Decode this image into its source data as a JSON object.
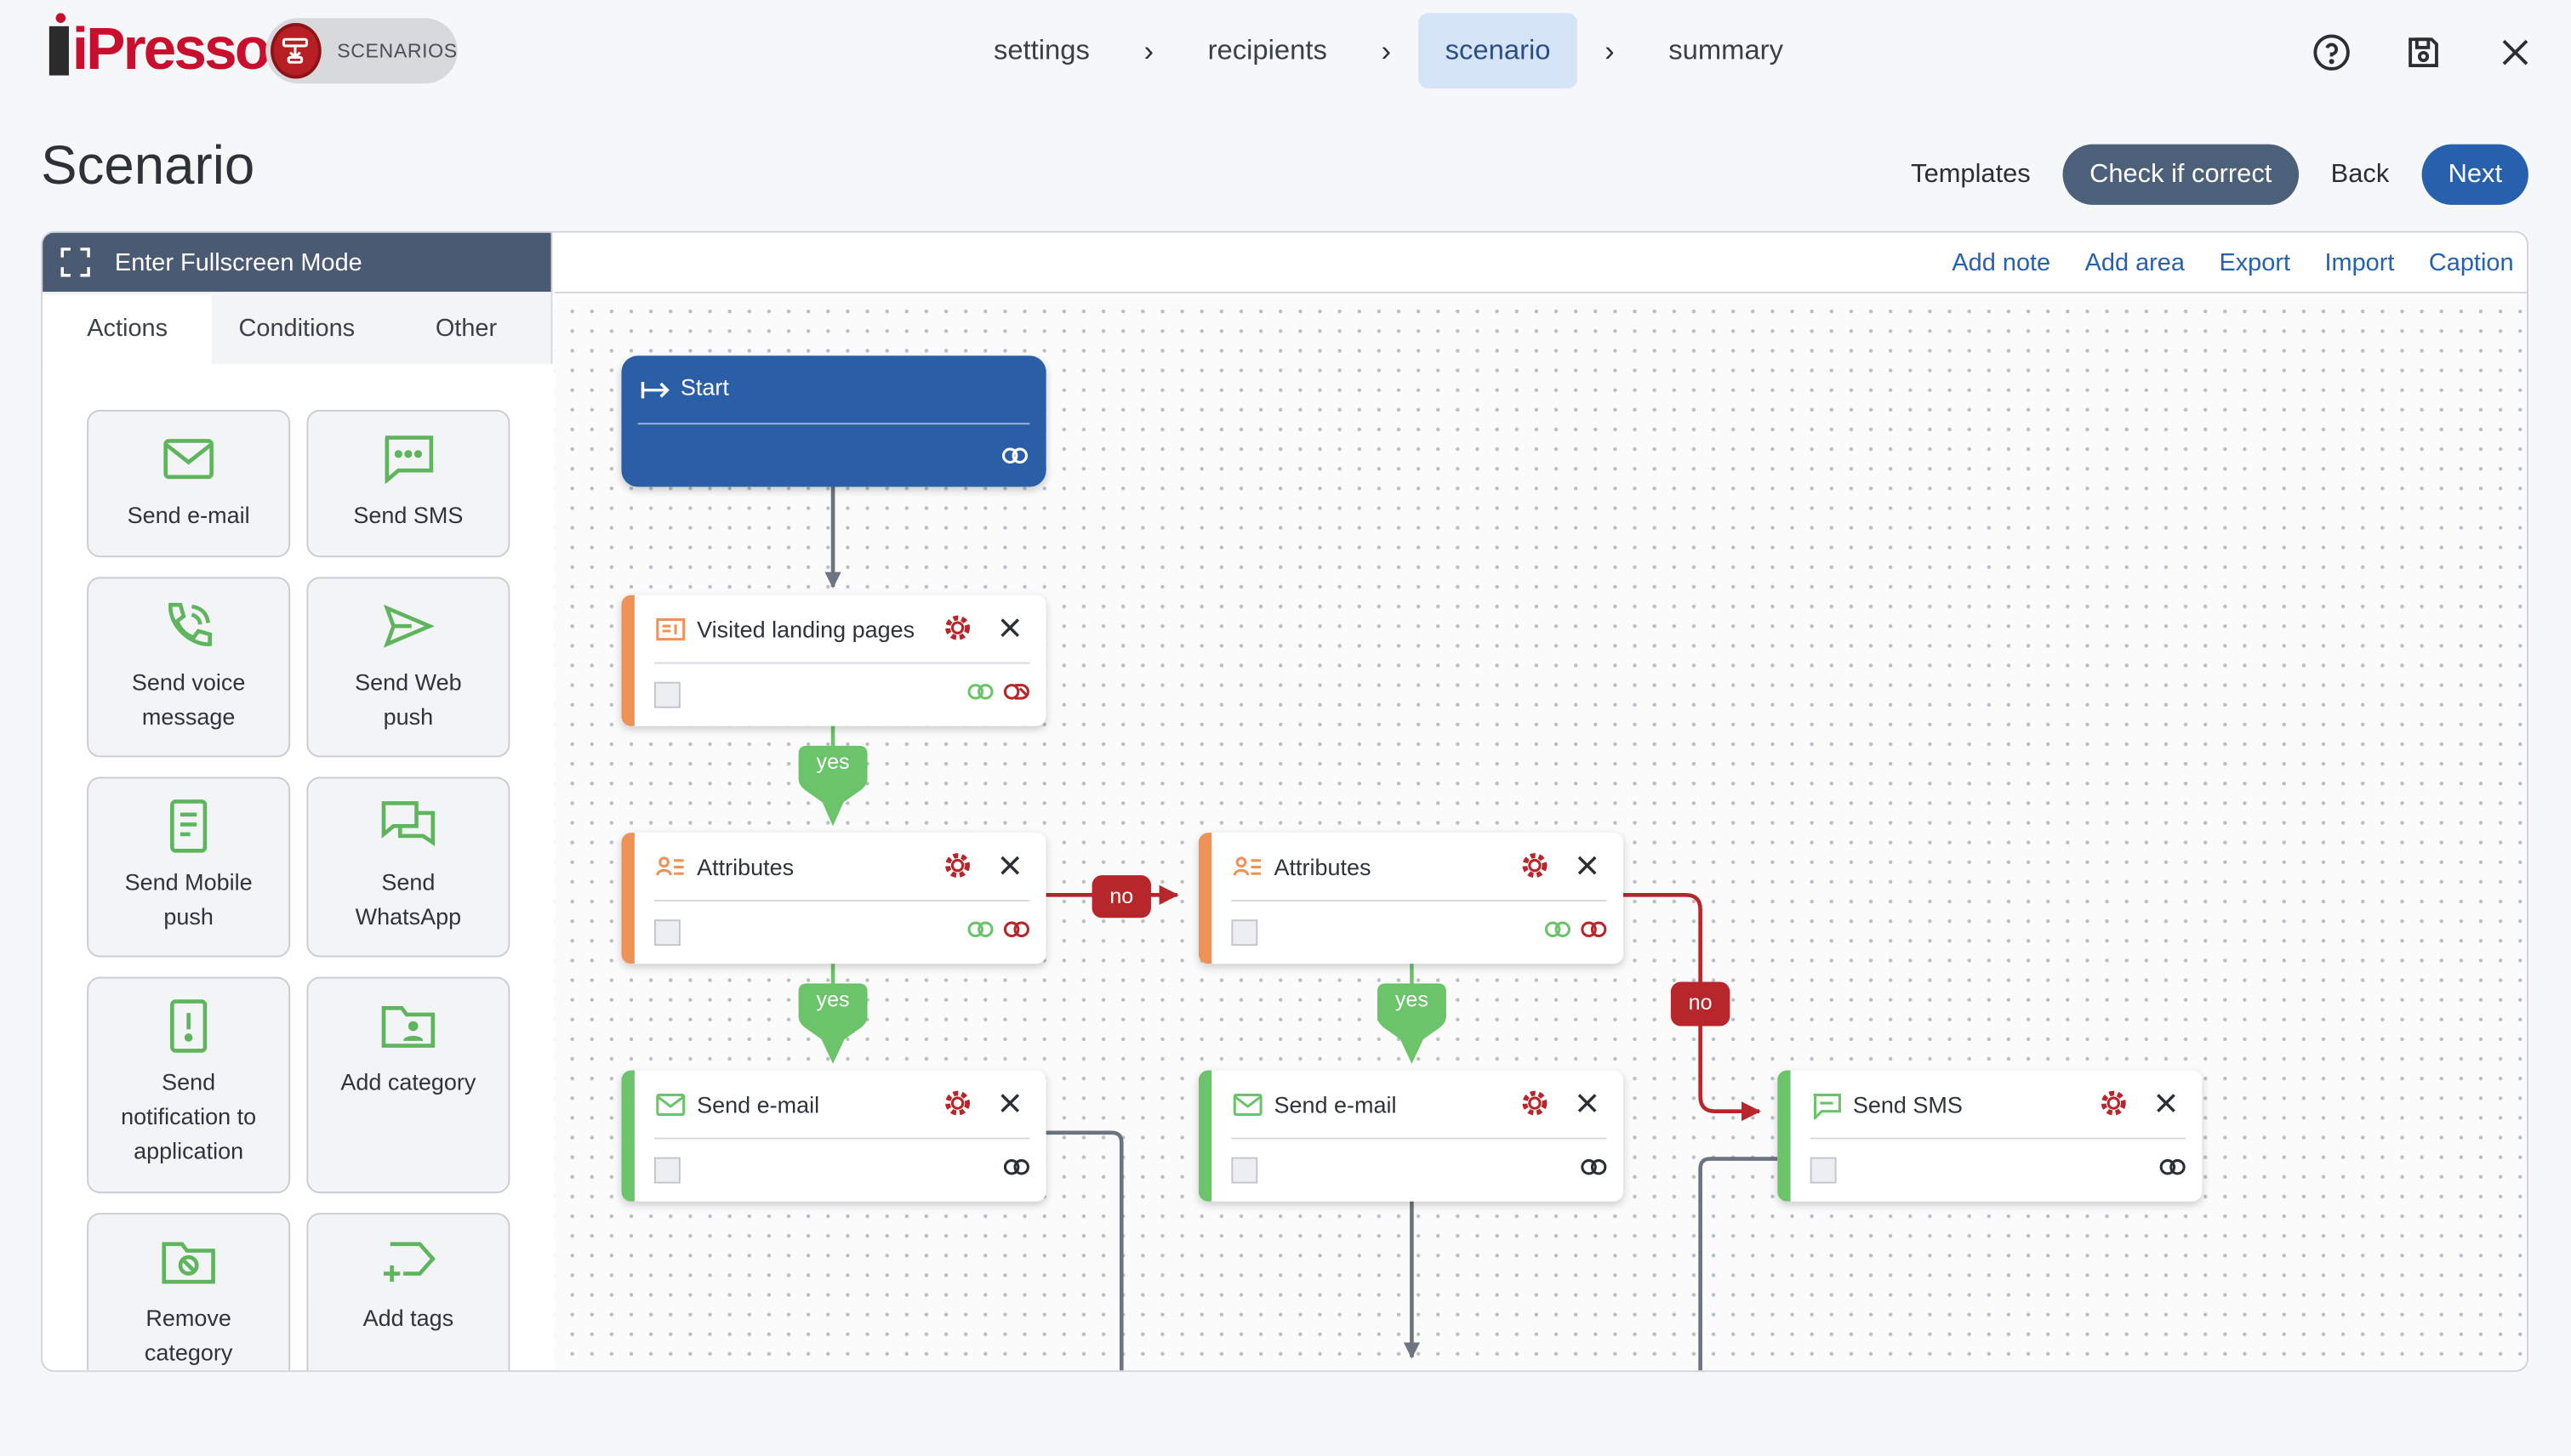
{
  "app": {
    "brand": "iPresso",
    "brand_mark": "®",
    "module_badge": "SCENARIOS"
  },
  "steps": [
    {
      "label": "settings"
    },
    {
      "label": "recipients"
    },
    {
      "label": "scenario"
    },
    {
      "label": "summary"
    }
  ],
  "page": {
    "title": "Scenario",
    "templates": "Templates",
    "check": "Check if correct",
    "back": "Back",
    "next": "Next"
  },
  "sidebar": {
    "fullscreen": "Enter Fullscreen Mode",
    "tabs": [
      {
        "label": "Actions"
      },
      {
        "label": "Conditions"
      },
      {
        "label": "Other"
      }
    ],
    "tiles": [
      {
        "label": "Send e-mail",
        "icon": "mail-icon"
      },
      {
        "label": "Send SMS",
        "icon": "sms-icon"
      },
      {
        "label": "Send voice message",
        "icon": "phone-icon"
      },
      {
        "label": "Send Web push",
        "icon": "send-icon"
      },
      {
        "label": "Send Mobile push",
        "icon": "mobile-icon"
      },
      {
        "label": "Send WhatsApp",
        "icon": "chat-icon"
      },
      {
        "label": "Send notification to application",
        "icon": "notification-icon"
      },
      {
        "label": "Add category",
        "icon": "folder-user-icon"
      },
      {
        "label": "Remove category",
        "icon": "folder-remove-icon"
      },
      {
        "label": "Add tags",
        "icon": "tag-add-icon"
      }
    ]
  },
  "canvas": {
    "toolbar": [
      {
        "label": "Add note"
      },
      {
        "label": "Add area"
      },
      {
        "label": "Export"
      },
      {
        "label": "Import"
      },
      {
        "label": "Caption"
      }
    ],
    "nodes": {
      "start": "Start",
      "visited": "Visited landing pages",
      "attr1": "Attributes",
      "attr2": "Attributes",
      "email1": "Send e-mail",
      "email2": "Send e-mail",
      "sms": "Send SMS"
    },
    "labels": {
      "yes": "yes",
      "no": "no"
    }
  },
  "colors": {
    "accent": "#2761ad",
    "condition": "#ef9255",
    "action": "#6cc46a",
    "yes": "#6cc46a",
    "no": "#b7262a",
    "brand": "#c8102e"
  }
}
